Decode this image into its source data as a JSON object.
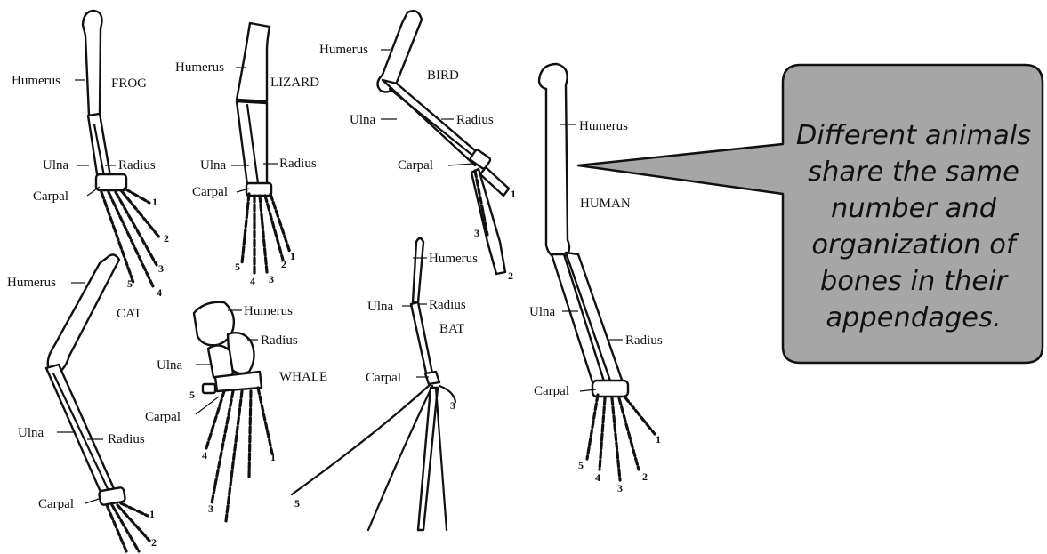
{
  "callout": {
    "lines": [
      "Different animals",
      "share the same",
      "number and",
      "organization of",
      "bones in their",
      "appendages."
    ],
    "fill": "#a6a6a6",
    "border": "#111111"
  },
  "frog": {
    "name": "FROG",
    "humerus": "Humerus",
    "ulna": "Ulna",
    "radius": "Radius",
    "carpal": "Carpal",
    "digits": [
      "1",
      "2",
      "3",
      "4",
      "5"
    ]
  },
  "lizard": {
    "name": "LIZARD",
    "humerus": "Humerus",
    "ulna": "Ulna",
    "radius": "Radius",
    "carpal": "Carpal",
    "digits": [
      "1",
      "2",
      "3",
      "4",
      "5"
    ]
  },
  "bird": {
    "name": "BIRD",
    "humerus": "Humerus",
    "ulna": "Ulna",
    "radius": "Radius",
    "carpal": "Carpal",
    "digits": [
      "1",
      "2",
      "3"
    ]
  },
  "human": {
    "name": "HUMAN",
    "humerus": "Humerus",
    "ulna": "Ulna",
    "radius": "Radius",
    "carpal": "Carpal",
    "digits": [
      "1",
      "2",
      "3",
      "4",
      "5"
    ]
  },
  "cat": {
    "name": "CAT",
    "humerus": "Humerus",
    "ulna": "Ulna",
    "radius": "Radius",
    "carpal": "Carpal",
    "digits": [
      "1",
      "2"
    ]
  },
  "whale": {
    "name": "WHALE",
    "humerus": "Humerus",
    "ulna": "Ulna",
    "radius": "Radius",
    "carpal": "Carpal",
    "digits": [
      "1",
      "3",
      "4",
      "5"
    ]
  },
  "bat": {
    "name": "BAT",
    "humerus": "Humerus",
    "ulna": "Ulna",
    "radius": "Radius",
    "carpal": "Carpal",
    "digits": [
      "3",
      "5"
    ]
  }
}
